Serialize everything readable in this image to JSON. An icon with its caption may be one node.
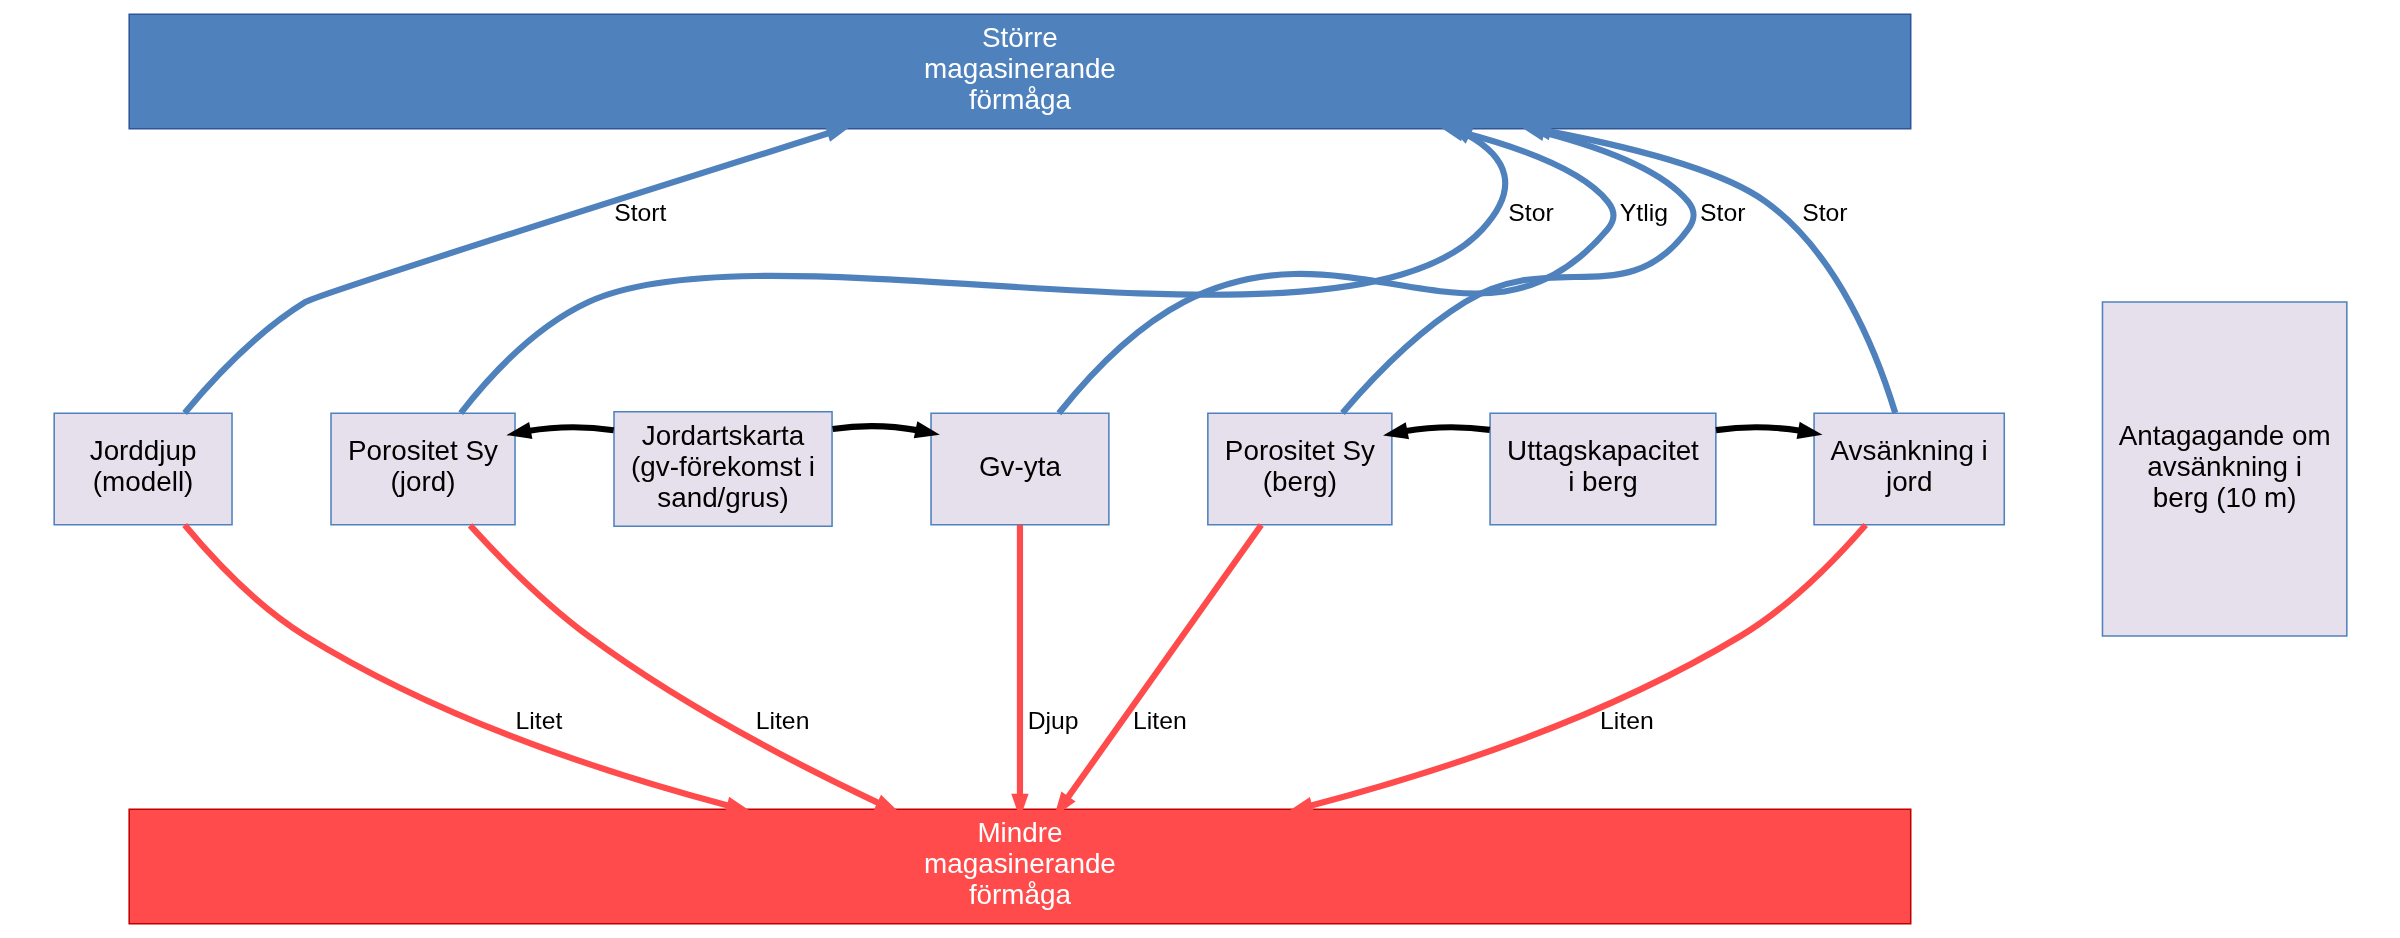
{
  "diagram": {
    "nodes": [
      {
        "text": [
          "Större magasinerande förmåga"
        ]
      },
      {
        "text": [
          "Jorddjup (modell)"
        ]
      },
      {
        "text": [
          "Porositet Sy (jord)"
        ]
      },
      {
        "text": [
          "Jordartskarta (gv-förekomst i sand/grus)"
        ]
      },
      {
        "text": [
          "Gv-yta"
        ]
      },
      {
        "text": [
          "Porositet Sy (berg)"
        ]
      },
      {
        "text": [
          "Uttagskapacitet i berg"
        ]
      },
      {
        "text": [
          "Avsänkning i jord"
        ]
      },
      {
        "text": [
          "Mindre magasinerande förmåga"
        ]
      },
      {
        "text": [
          "Antagagande om avsänkning i berg (10 m)"
        ]
      }
    ],
    "edges": [
      {
        "from": 1,
        "to": 0,
        "arrow": "to",
        "label": "Stort",
        "color": "#4f81bd"
      },
      {
        "from": 1,
        "to": 8,
        "arrow": "to",
        "label": "Litet",
        "color": "#ff4b4b"
      },
      {
        "from": 2,
        "to": 0,
        "arrow": "to",
        "label": "Stor",
        "color": "#4f81bd"
      },
      {
        "from": 2,
        "to": 8,
        "arrow": "to",
        "label": "Liten",
        "color": "#ff4b4b"
      },
      {
        "from": 3,
        "to": 2,
        "arrow": "to",
        "color": "#000000"
      },
      {
        "from": 3,
        "to": 4,
        "arrow": "to",
        "color": "#000000"
      },
      {
        "from": 4,
        "to": 0,
        "arrow": "to",
        "label": "Ytlig",
        "color": "#4f81bd"
      },
      {
        "from": 4,
        "to": 8,
        "arrow": "to",
        "label": "Djup",
        "color": "#ff4b4b"
      },
      {
        "from": 5,
        "to": 0,
        "arrow": "to",
        "label": "Stor",
        "color": "#4f81bd"
      },
      {
        "from": 5,
        "to": 8,
        "arrow": "to",
        "label": "Liten",
        "color": "#ff4b4b"
      },
      {
        "from": 6,
        "to": 5,
        "arrow": "to",
        "color": "#000000"
      },
      {
        "from": 6,
        "to": 7,
        "arrow": "to",
        "color": "#000000"
      },
      {
        "from": 7,
        "to": 0,
        "arrow": "to",
        "label": "Stor",
        "color": "#4f81bd"
      },
      {
        "from": 7,
        "to": 8,
        "arrow": "to",
        "label": "Liten",
        "color": "#ff4b4b"
      }
    ]
  }
}
